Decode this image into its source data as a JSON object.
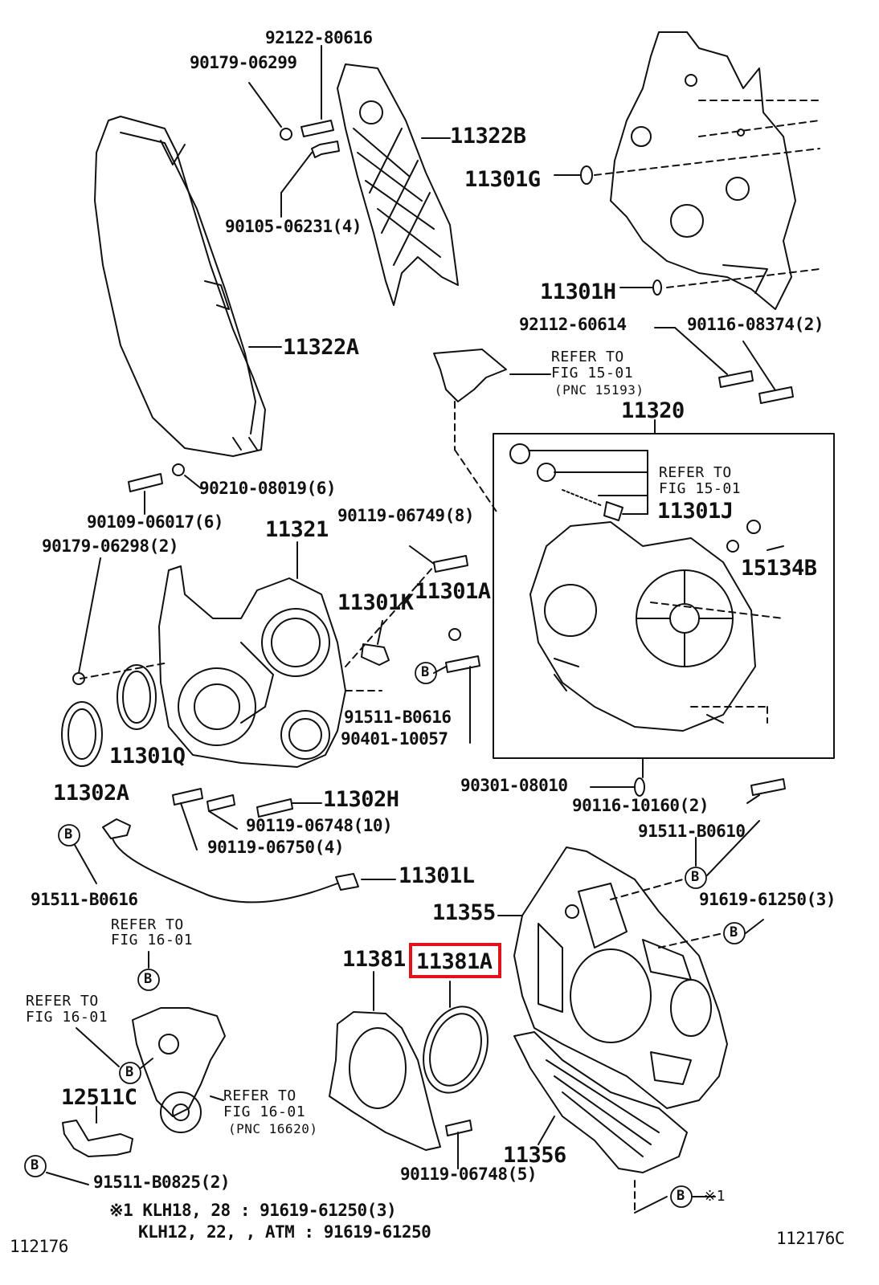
{
  "parts": {
    "p92122_80616": "92122-80616",
    "p90179_06299": "90179-06299",
    "p11322B": "11322B",
    "p11301G": "11301G",
    "p90105_06231": "90105-06231(4)",
    "p11301H": "11301H",
    "p92112_60614": "92112-60614",
    "p90116_08374": "90116-08374(2)",
    "p11322A": "11322A",
    "p11320": "11320",
    "p90210_08019": "90210-08019(6)",
    "p90109_06017": "90109-06017(6)",
    "p11321": "11321",
    "p90119_06749": "90119-06749(8)",
    "p11301J": "11301J",
    "p90179_06298": "90179-06298(2)",
    "p15134B": "15134B",
    "p11301K": "11301K",
    "p11301A": "11301A",
    "p91511_B0616a": "91511-B0616",
    "p90401_10057": "90401-10057",
    "p11301Q": "11301Q",
    "p11302A": "11302A",
    "p90301_08010": "90301-08010",
    "p90116_10160": "90116-10160(2)",
    "p11302H": "11302H",
    "p90119_06748a": "90119-06748(10)",
    "p91511_B0610": "91511-B0610",
    "p90119_06750": "90119-06750(4)",
    "p11301L": "11301L",
    "p91511_B0616b": "91511-B0616",
    "p11355": "11355",
    "p91619_61250": "91619-61250(3)",
    "p11381": "11381",
    "p11381A": "11381A",
    "p12511C": "12511C",
    "p11356": "11356",
    "p90119_06748b": "90119-06748(5)",
    "p91511_B0825": "91511-B0825(2)"
  },
  "refers": {
    "r1_line1": "REFER TO",
    "r1_line2": "FIG 15-01",
    "r1_line3": "(PNC 15193)",
    "r2_line1": "REFER TO",
    "r2_line2": "FIG 15-01",
    "r3_line1": "REFER TO",
    "r3_line2": "FIG 16-01",
    "r4_line1": "REFER TO",
    "r4_line2": "FIG 16-01",
    "r5_line1": "REFER TO",
    "r5_line2": "FIG 16-01",
    "r5_line3": "(PNC 16620)"
  },
  "marker": "B",
  "footnote": {
    "line1": "※1 KLH18, 28 : 91619-61250(3)",
    "line2": "KLH12, 22, , ATM : 91619-61250",
    "asterisk_ref": "※1"
  },
  "figure_ids": {
    "left": "112176",
    "right": "112176C"
  },
  "highlight": {
    "part": "11381A",
    "color": "#e0121c"
  }
}
